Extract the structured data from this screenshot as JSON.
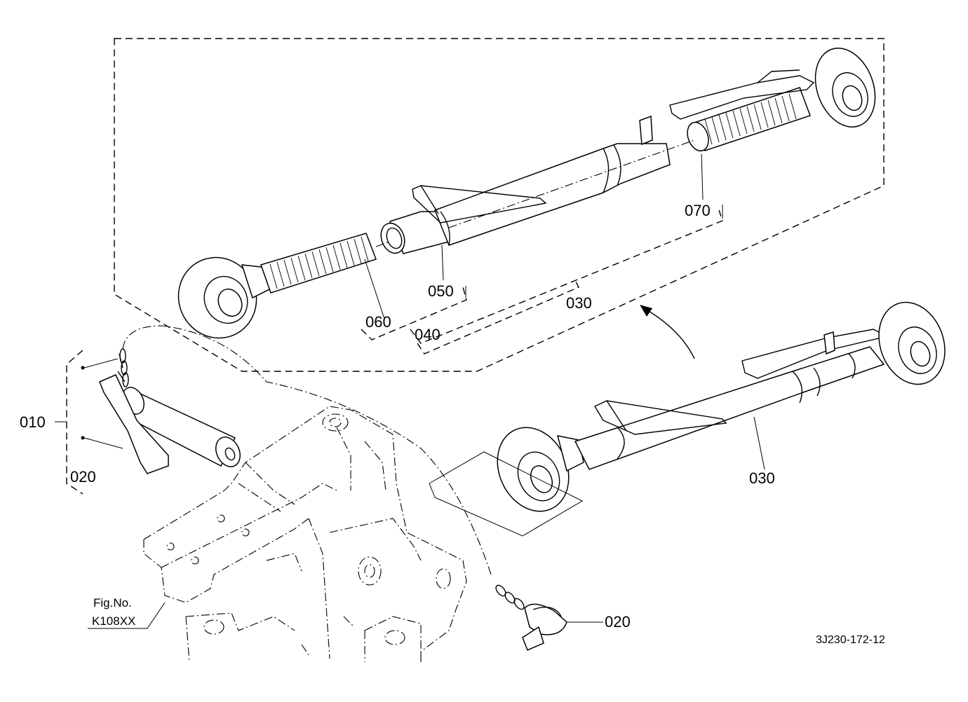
{
  "labels": {
    "p010": "010",
    "p020_left": "020",
    "p020_right": "020",
    "p030_top": "030",
    "p030_bottom": "030",
    "p040": "040",
    "p050": "050",
    "p060": "060",
    "p070": "070"
  },
  "figref": {
    "line1": "Fig.No.",
    "line2": "K108XX"
  },
  "drawing_code": "3J230-172-12"
}
